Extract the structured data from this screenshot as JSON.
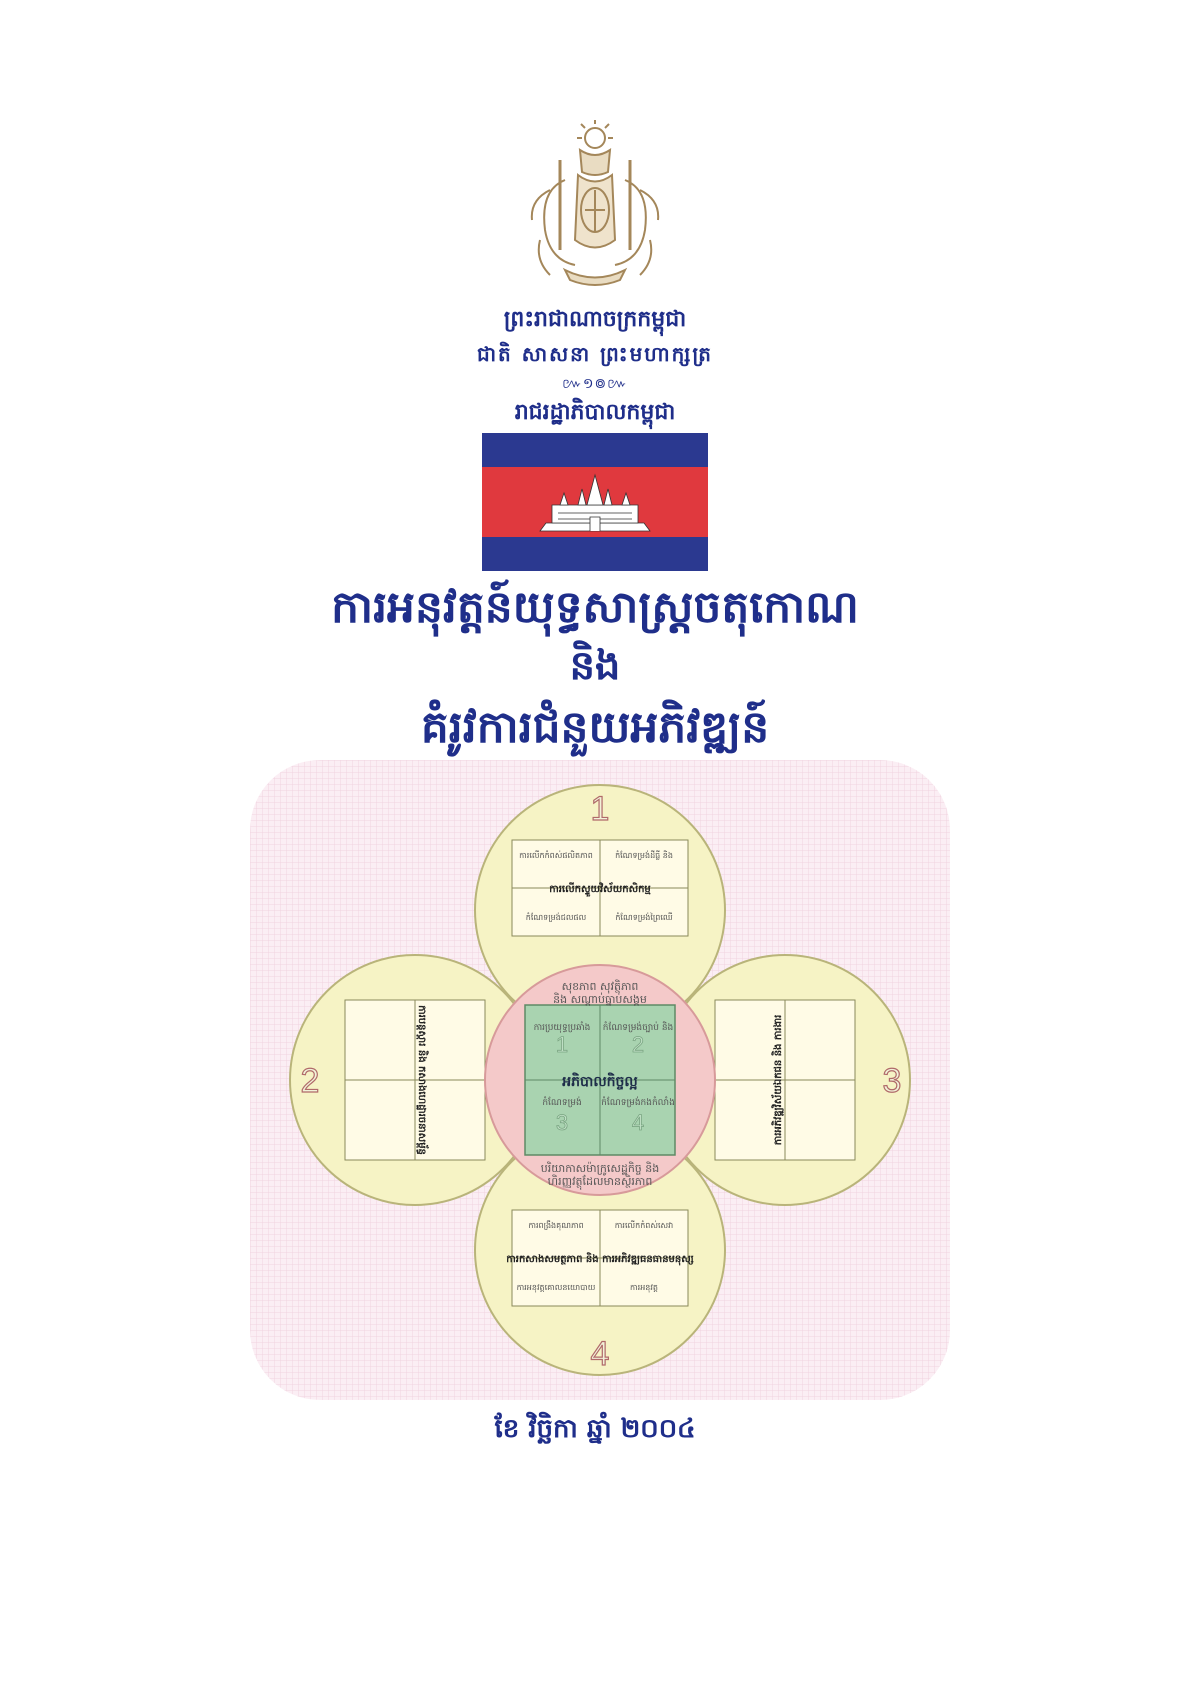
{
  "header": {
    "line1": "ព្រះរាជាណាចក្រកម្ពុជា",
    "line2": "ជាតិ  សាសនា  ព្រះមហាក្សត្រ",
    "ornament": "៚១៙៚",
    "line3": "រាជរដ្ឋាភិបាលកម្ពុជា"
  },
  "title": {
    "line1": "ការអនុវត្តន៍យុទ្ធសាស្ត្រចតុកោណ",
    "line2": "និង",
    "line3": "គំរូវការជំនួយអភិវឌ្ឍន៍"
  },
  "diagram": {
    "petal_numbers": [
      "1",
      "2",
      "3",
      "4"
    ],
    "center_label": "អភិបាលកិច្ចល្អ",
    "center_cells": [
      "ការប្រយុទ្ធប្រឆាំង",
      "កំណែទម្រង់ច្បាប់ និង",
      "កំណែទម្រង់",
      "កំណែទម្រង់កងកំលាំង"
    ],
    "center_cell_numbers": [
      "1",
      "2",
      "3",
      "4"
    ],
    "ring_top": "សុខភាព សុវត្ថិភាព",
    "ring_top2": "និង សណ្តាប់ធ្នាប់សង្គម",
    "ring_bottom": "បរិយាកាសម៉ាក្រូសេដ្ឋកិច្ច និង",
    "ring_bottom2": "ហិរញ្ញវត្ថុដែលមានស្ថិរភាព",
    "petal1_label": "ការលើកស្ទួយវិស័យកសិកម្ម",
    "petal1_cells": [
      "ការលើកកំពស់ផលិតភាព",
      "កំណែទម្រង់ដីធ្លី និង",
      "កំណែទម្រង់ជលផល",
      "កំណែទម្រង់ព្រៃឈើ"
    ],
    "petal2_label": "ការបន្តស្តារ និង កសាងហេដ្ឋារចនាសម្ព័ន្ធ",
    "petal3_label": "ការអភិវឌ្ឍវិស័យឯកជន និង ការងារ",
    "petal4_label": "ការកសាងសមត្ថភាព និង ការអភិវឌ្ឍធនធានមនុស្ស",
    "petal4_cells": [
      "ការពង្រឹងគុណភាព",
      "ការលើកកំពស់សេវា",
      "ការអនុវត្តគោលនយោបាយ",
      "ការអនុវត្ត"
    ]
  },
  "footer": {
    "date": "ខែ វិច្ឆិកា  ឆ្នាំ ២០០៤"
  },
  "colors": {
    "header_text": "#1f2e8a",
    "flag_blue": "#2b3990",
    "flag_red": "#e0393e",
    "petal_fill": "#f6f3c5",
    "ring_fill": "#f4c9c9",
    "center_fill": "#a9d3b0",
    "background_panel": "#f8e6ef"
  }
}
